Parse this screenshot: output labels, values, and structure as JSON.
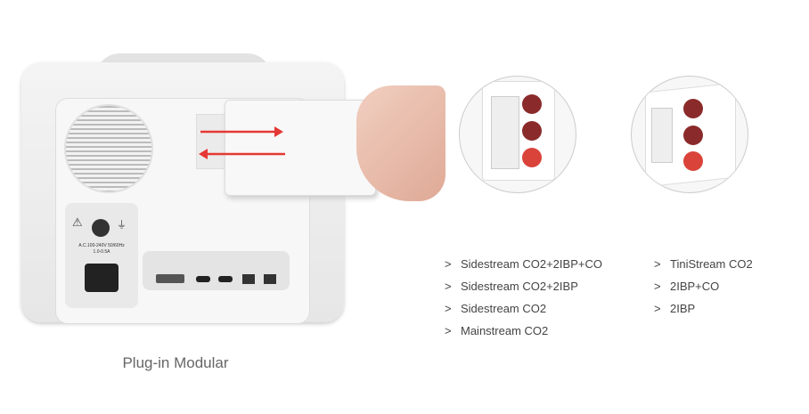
{
  "caption": "Plug-in Modular",
  "power_panel": {
    "rating": "A.C.100-240V 50/60Hz 1.0-0.5A"
  },
  "modules_list": {
    "bullet": ">",
    "column1": [
      "Sidestream CO2+2IBP+CO",
      "Sidestream CO2+2IBP",
      "Sidestream CO2",
      "Mainstream CO2"
    ],
    "column2": [
      "TiniStream CO2",
      "2IBP+CO",
      "2IBP"
    ]
  },
  "colors": {
    "arrow": "#e53935",
    "connector": "#c0392b",
    "caption": "#666666"
  }
}
